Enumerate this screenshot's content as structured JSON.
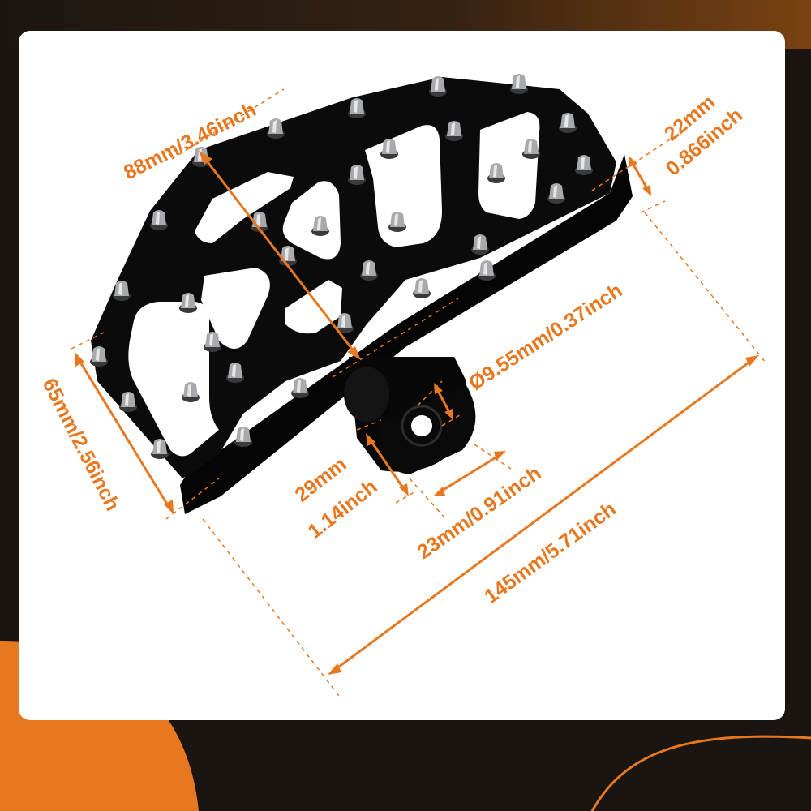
{
  "colors": {
    "accent": "#e8781f",
    "background": "#1b1511",
    "card": "#ffffff",
    "product": "#0b0b0b",
    "studs": "#a7a9ac"
  },
  "product": {
    "name_icon": "motorcycle-footpeg-icon",
    "stud_count": 33
  },
  "dimensions": {
    "top_length": "88mm/3.46inch",
    "thickness_mm": "22mm",
    "thickness_in": "0.866inch",
    "pin_diameter": "Ø9.55mm/0.37inch",
    "width": "65mm/2.56inch",
    "mount_height_mm": "29mm",
    "mount_height_in": "1.14inch",
    "mount_width": "23mm/0.91inch",
    "total_length": "145mm/5.71inch"
  }
}
